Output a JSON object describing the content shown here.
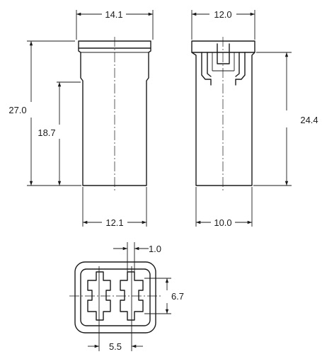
{
  "dimensions": {
    "front_width_top": "14.1",
    "side_width_top": "12.0",
    "front_total_height": "27.0",
    "front_body_height": "18.7",
    "side_height": "24.4",
    "front_width_bottom": "12.1",
    "side_width_bottom": "10.0",
    "bottom_slot_width": "1.0",
    "bottom_terminal_height": "6.7",
    "bottom_terminal_pitch": "5.5"
  }
}
